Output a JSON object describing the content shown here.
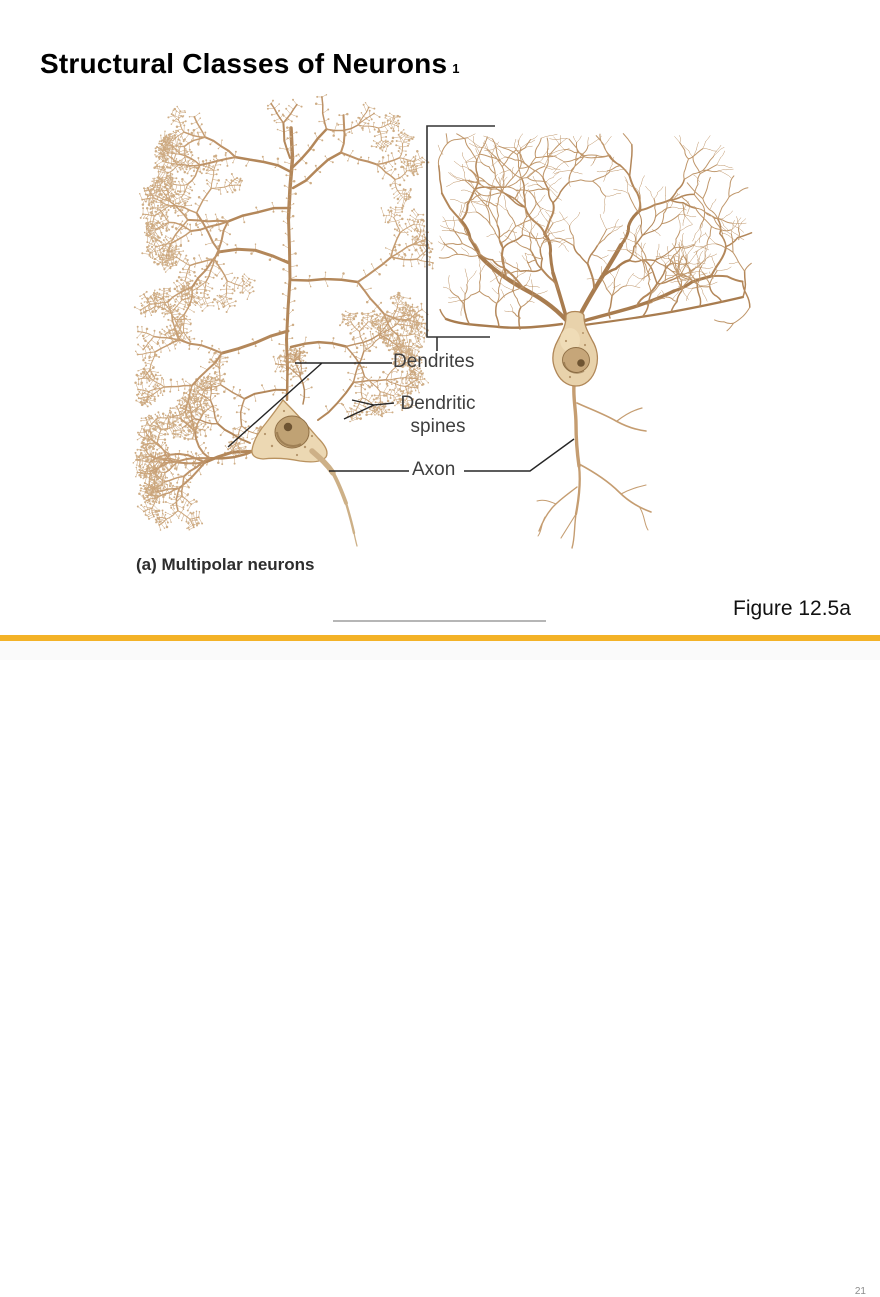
{
  "slide": {
    "title": "Structural Classes of Neurons",
    "title_number": "1",
    "figure_caption": "(a) Multipolar neurons",
    "figure_reference": "Figure 12.5a",
    "page_number": "21",
    "accent_color": "#F3B227"
  },
  "diagram": {
    "labels": {
      "dendrites": "Dendrites",
      "dendritic_spines_line1": "Dendritic",
      "dendritic_spines_line2": "spines",
      "axon": "Axon"
    }
  }
}
